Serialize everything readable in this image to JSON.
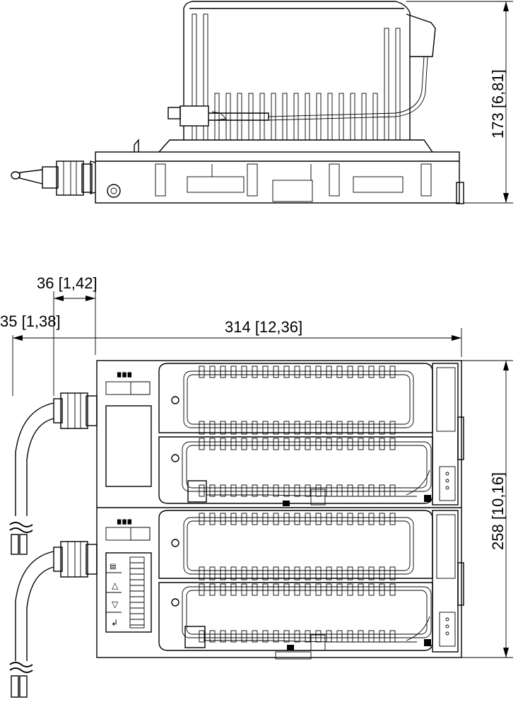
{
  "dimensions": {
    "height": "173 [6,81]",
    "width": "314 [12,36]",
    "depth": "258 [10,16]",
    "offset_gland": "36 [1,42]",
    "offset_cable": "35 [1,38]"
  }
}
